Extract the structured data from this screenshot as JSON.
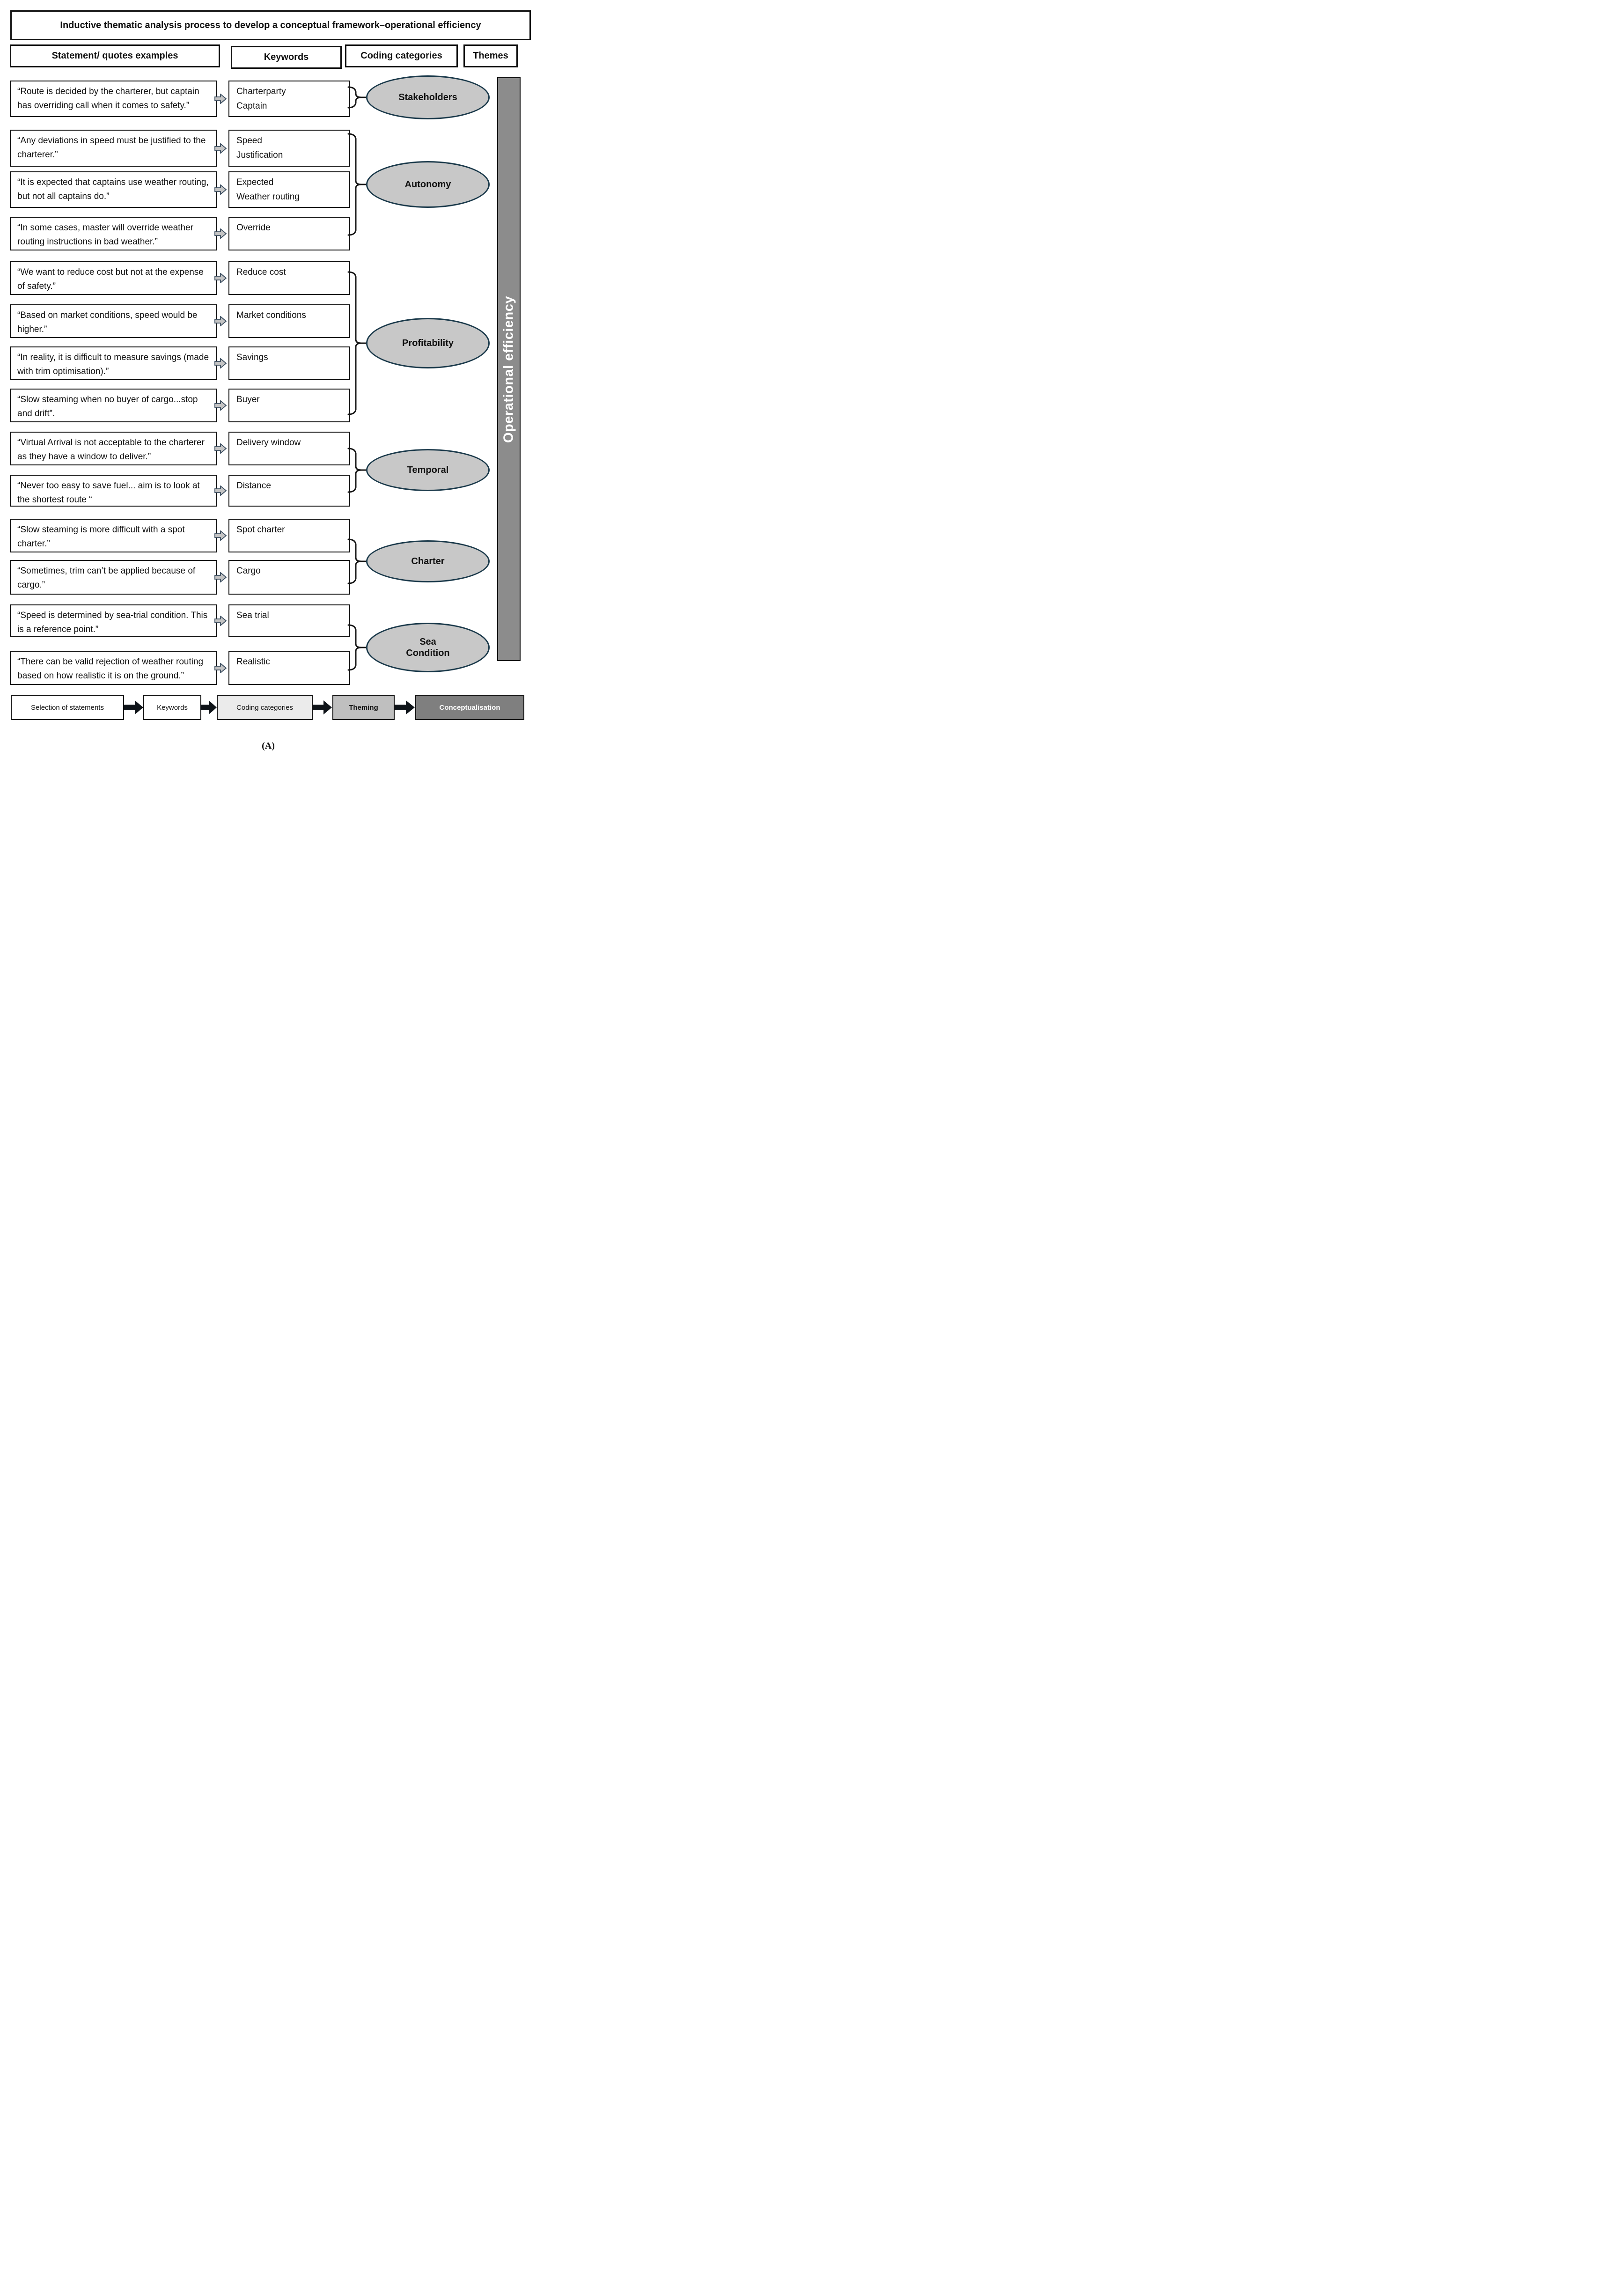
{
  "title": "Inductive thematic analysis process to develop a conceptual framework–operational efficiency",
  "column_headers": [
    "Statement/ quotes examples",
    "Keywords",
    "Coding categories",
    "Themes"
  ],
  "rows": [
    {
      "statement": "“Route is decided by the charterer, but captain has overriding call when it comes to safety.”",
      "keyword_lines": [
        "Charterparty",
        "Captain"
      ]
    },
    {
      "statement": "“Any deviations in speed must be justified to the charterer.”",
      "keyword_lines": [
        "Speed",
        "Justification"
      ]
    },
    {
      "statement": "“It is expected that captains use weather routing, but not all captains do.”",
      "keyword_lines": [
        "Expected",
        "Weather routing"
      ]
    },
    {
      "statement": "“In some cases, master will override weather routing instructions in bad weather.”",
      "keyword_lines": [
        "Override"
      ]
    },
    {
      "statement": "“We want to reduce cost but not at the expense of safety.”",
      "keyword_lines": [
        "Reduce cost"
      ]
    },
    {
      "statement": "“Based on market conditions, speed would be higher.”",
      "keyword_lines": [
        "Market conditions"
      ]
    },
    {
      "statement": "“In reality, it is difficult to measure savings (made with trim optimisation).”",
      "keyword_lines": [
        "Savings"
      ]
    },
    {
      "statement": "“Slow steaming when no buyer of cargo...stop and drift”.",
      "keyword_lines": [
        "Buyer"
      ]
    },
    {
      "statement": "“Virtual Arrival is not acceptable to the charterer as they have a window to deliver.”",
      "keyword_lines": [
        "Delivery window"
      ]
    },
    {
      "statement": "“Never too easy to save fuel... aim is to look at the shortest route “",
      "keyword_lines": [
        "Distance"
      ]
    },
    {
      "statement": "“Slow steaming is more difficult with a spot charter.”",
      "keyword_lines": [
        "Spot charter"
      ]
    },
    {
      "statement": "“Sometimes, trim can’t be applied because of cargo.”",
      "keyword_lines": [
        "Cargo"
      ]
    },
    {
      "statement": "“Speed is determined by sea-trial condition. This is a reference point.”",
      "keyword_lines": [
        "Sea trial"
      ]
    },
    {
      "statement": "“There can be valid rejection of weather routing based on how realistic it is on the ground.”",
      "keyword_lines": [
        "Realistic"
      ]
    }
  ],
  "categories": [
    {
      "label_lines": [
        "Stakeholders"
      ]
    },
    {
      "label_lines": [
        "Autonomy"
      ]
    },
    {
      "label_lines": [
        "Profitability"
      ]
    },
    {
      "label_lines": [
        "Temporal"
      ]
    },
    {
      "label_lines": [
        "Charter"
      ]
    },
    {
      "label_lines": [
        "Sea",
        "Condition"
      ]
    }
  ],
  "theme_bar": {
    "label": "Operational efficiency"
  },
  "process_flow": [
    "Selection of statements",
    "Keywords",
    "Coding categories",
    "Theming",
    "Conceptualisation"
  ],
  "caption": "(A)",
  "colors": {
    "ellipse_fill": "#c8c8c8",
    "ellipse_stroke": "#1b3a4b",
    "theme_bar_fill": "#8c8c8c",
    "theme_bar_text": "#ffffff",
    "flow_step_fills": [
      "#ffffff",
      "#ffffff",
      "#ebebeb",
      "#bfbfbf",
      "#7f7f7f"
    ],
    "small_arrow_fill": "#c4c4c4",
    "small_arrow_stroke": "#3c4e60",
    "flow_arrow_fill": "#0f1419",
    "line_color": "#111111"
  }
}
